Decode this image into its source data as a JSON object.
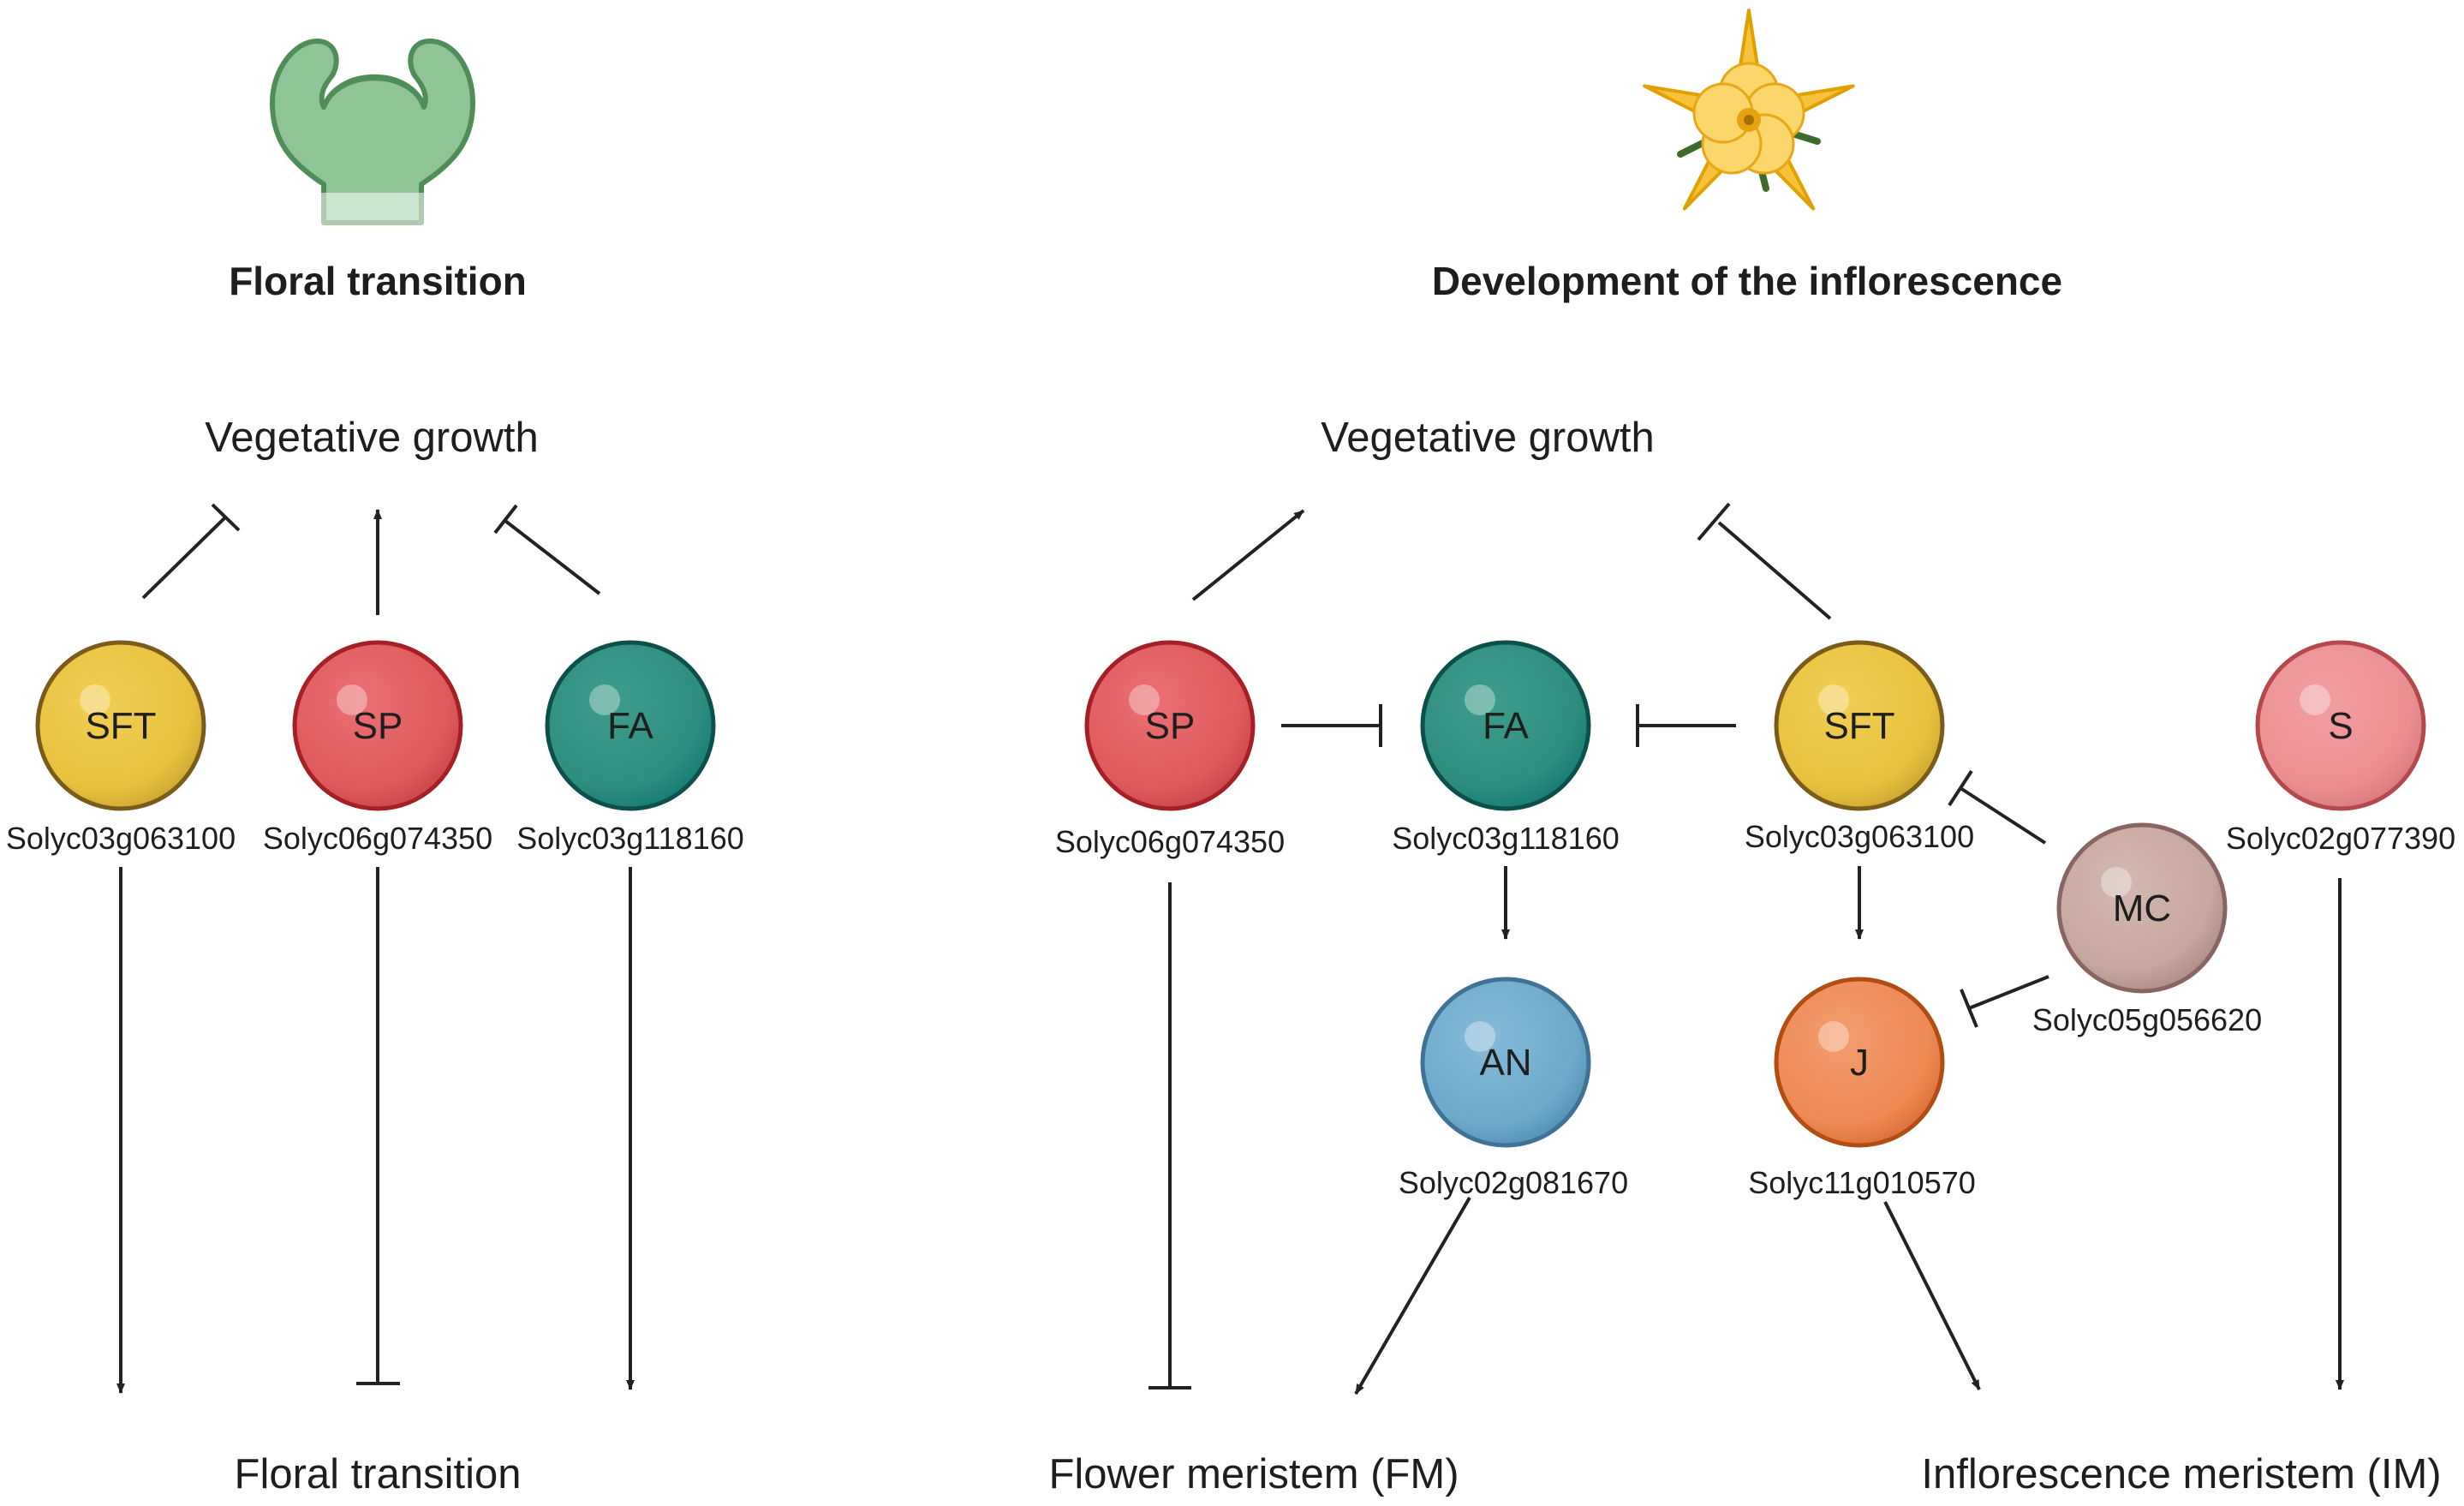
{
  "left_panel": {
    "title": "Floral transition",
    "top_label": "Vegetative growth",
    "bottom_label": "Floral transition",
    "nodes": [
      {
        "name": "SFT",
        "gene": "Solyc03g063100"
      },
      {
        "name": "SP",
        "gene": "Solyc06g074350"
      },
      {
        "name": "FA",
        "gene": "Solyc03g118160"
      }
    ]
  },
  "right_panel": {
    "title": "Development of the inflorescence",
    "top_label": "Vegetative growth",
    "bottom_labels": {
      "fm": "Flower meristem (FM)",
      "im": "Inflorescence meristem (IM)"
    },
    "nodes": [
      {
        "name": "SP",
        "gene": "Solyc06g074350"
      },
      {
        "name": "FA",
        "gene": "Solyc03g118160"
      },
      {
        "name": "SFT",
        "gene": "Solyc03g063100"
      },
      {
        "name": "S",
        "gene": "Solyc02g077390"
      },
      {
        "name": "MC",
        "gene": "Solyc05g056620"
      },
      {
        "name": "AN",
        "gene": "Solyc02g081670"
      },
      {
        "name": "J",
        "gene": "Solyc11g010570"
      }
    ]
  },
  "icons": {
    "left": "shoot-apex-icon",
    "right": "flower-icon"
  },
  "colors": {
    "SFT": "#e8c23e",
    "SP": "#e05d5f",
    "FA": "#2e8f80",
    "S": "#ec8f92",
    "MC": "#c7a8a0",
    "AN": "#6ea9ca",
    "J": "#ee8954",
    "arrow": "#222222"
  }
}
